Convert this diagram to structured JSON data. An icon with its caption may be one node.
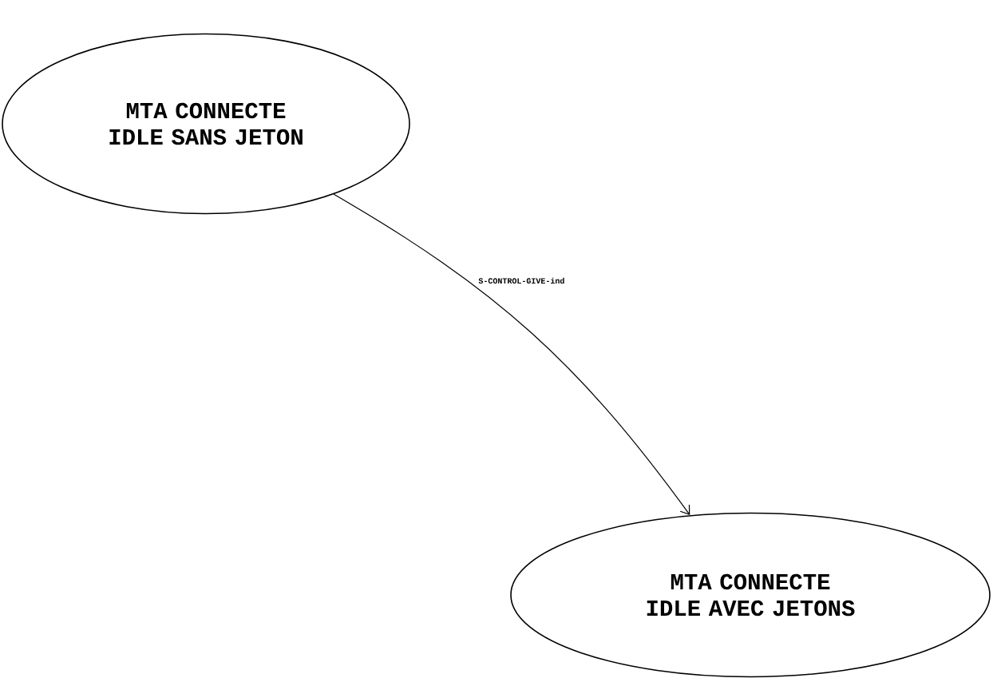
{
  "diagram": {
    "nodes": [
      {
        "text": [
          "MTA CONNECTE IDLE SANS JETON"
        ]
      },
      {
        "text": [
          "MTA CONNECTE IDLE AVEC JETONS"
        ]
      }
    ],
    "edges": [
      {
        "from": 0,
        "to": 1,
        "arrow": "to",
        "label": "S-CONTROL-GIVE-ind"
      }
    ]
  }
}
